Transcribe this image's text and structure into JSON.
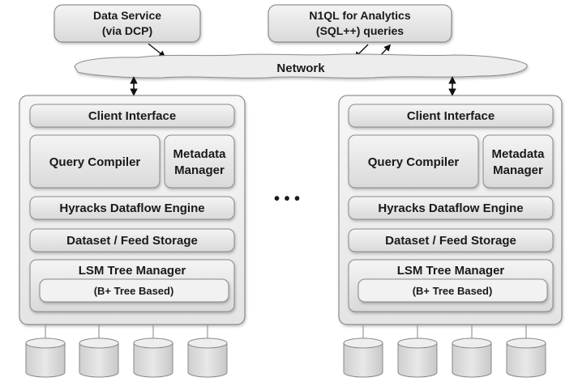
{
  "top": {
    "data_service": [
      "Data Service",
      "(via DCP)"
    ],
    "n1ql": [
      "N1QL for Analytics",
      "(SQL++) queries"
    ]
  },
  "network_label": "Network",
  "nodes": [
    {
      "client_interface": "Client Interface",
      "query_compiler": "Query Compiler",
      "metadata_manager": [
        "Metadata",
        "Manager"
      ],
      "hyracks": "Hyracks Dataflow Engine",
      "storage": "Dataset / Feed Storage",
      "lsm": "LSM Tree Manager",
      "btree": "(B+ Tree Based)",
      "disk_count": 4
    },
    {
      "client_interface": "Client Interface",
      "query_compiler": "Query Compiler",
      "metadata_manager": [
        "Metadata",
        "Manager"
      ],
      "hyracks": "Hyracks Dataflow Engine",
      "storage": "Dataset / Feed Storage",
      "lsm": "LSM Tree Manager",
      "btree": "(B+ Tree Based)",
      "disk_count": 4
    }
  ],
  "ellipsis": "• • •",
  "colors": {
    "box_fill": "#e6e6e6",
    "box_stroke": "#7a7a7a",
    "node_fill": "#efefef",
    "text": "#1a1a1a"
  }
}
